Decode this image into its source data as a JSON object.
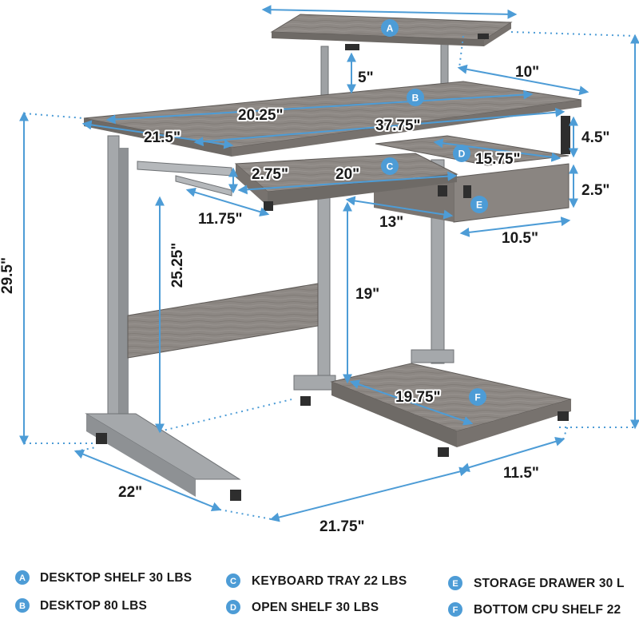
{
  "colors": {
    "accent": "#4d9cd6",
    "wood": "#8a8581",
    "wood_dark": "#6e6a66",
    "frame": "#9ea1a4",
    "text": "#1a1a1a"
  },
  "dimensions": {
    "top_width": "",
    "overall_height": "29.5\"",
    "desktop_shelf_riser": "5\"",
    "desktop_shelf_depth": "10\"",
    "desktop_depth_left": "20.25\"",
    "desktop_side": "21.5\"",
    "desktop_width": "37.75\"",
    "open_shelf_height": "4.5\"",
    "open_shelf_width": "15.75\"",
    "tray_front_height": "2.75\"",
    "tray_width": "20\"",
    "tray_depth": "11.75\"",
    "drawer_height": "2.5\"",
    "drawer_depth": "13\"",
    "drawer_width": "10.5\"",
    "desk_height_under_tray": "25.25\"",
    "cpu_clearance": "19\"",
    "cpu_shelf_width": "19.75\"",
    "base_depth": "22\"",
    "base_width": "21.75\"",
    "cpu_base_depth": "11.5\""
  },
  "bubbles": [
    "A",
    "B",
    "C",
    "D",
    "E",
    "F"
  ],
  "legend": [
    {
      "letter": "A",
      "text": "DESKTOP SHELF 30 LBS"
    },
    {
      "letter": "B",
      "text": "DESKTOP 80 LBS"
    },
    {
      "letter": "C",
      "text": "KEYBOARD TRAY 22 LBS"
    },
    {
      "letter": "D",
      "text": "OPEN SHELF 30 LBS"
    },
    {
      "letter": "E",
      "text": "STORAGE DRAWER 30 L"
    },
    {
      "letter": "F",
      "text": "BOTTOM CPU SHELF 22"
    }
  ]
}
